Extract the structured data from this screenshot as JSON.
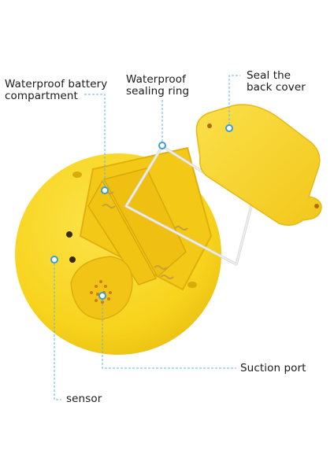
{
  "labels": {
    "battery_compartment": "Waterproof battery\ncompartment",
    "sealing_ring": "Waterproof\nsealing ring",
    "back_cover": "Seal the\nback cover",
    "suction_port": "Suction port",
    "sensor": "sensor"
  },
  "colors": {
    "body_yellow": "#f7d31c",
    "body_shade": "#e9bf12",
    "cover_yellow": "#f9d52a",
    "leader_line": "#62b6e4",
    "marker_fill": "#ffffff",
    "hole": "#3a2a10",
    "seal_ring": "#dcdcdc"
  }
}
